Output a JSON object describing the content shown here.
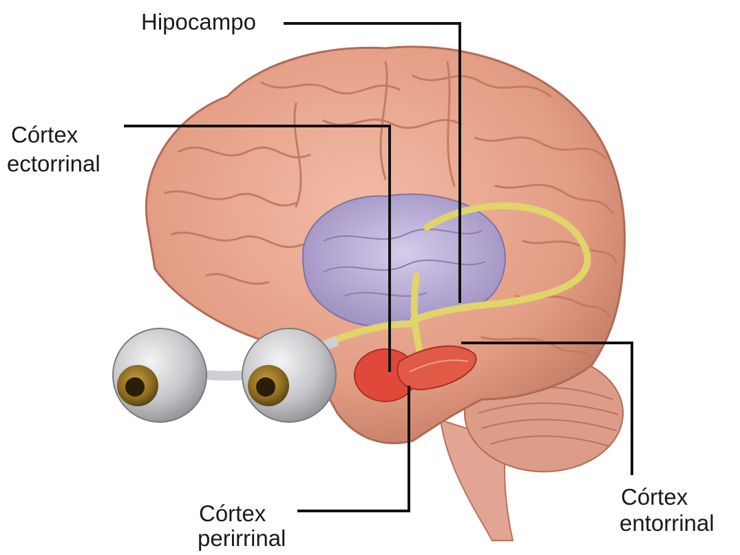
{
  "labels": {
    "hippocampus": "Hipocampo",
    "ectorhinal_1": "Córtex",
    "ectorhinal_2": "ectorrinal",
    "entorhinal_1": "Córtex",
    "entorhinal_2": "entorrinal",
    "perirhinal_1": "Córtex",
    "perirhinal_2": "perirrinal"
  },
  "colors": {
    "brain": "#e8a48e",
    "brain_dark": "#b9705c",
    "hippocampus_region": "#a99bc9",
    "pathway": "#e0d46a",
    "cortex_red": "#e0483a",
    "eye": "#c9c9cc",
    "iris": "#8a6a1e",
    "leader_line": "#111111"
  }
}
